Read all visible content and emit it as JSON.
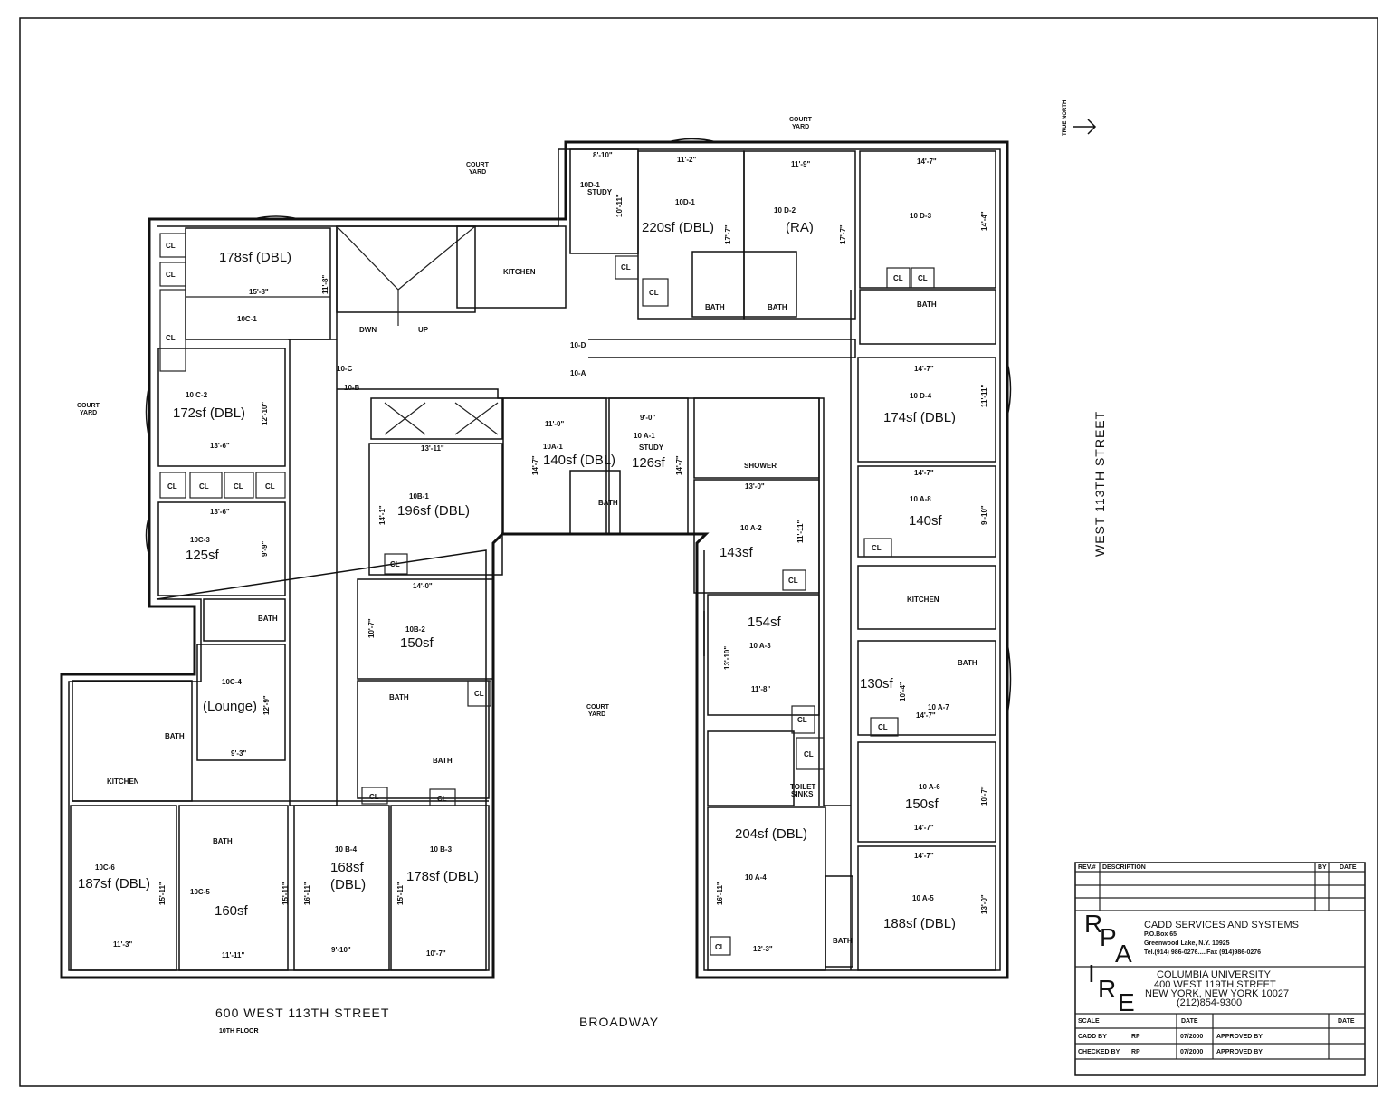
{
  "plan": {
    "street_bottom_left": "600 WEST 113TH STREET",
    "floor": "10TH FLOOR",
    "street_bottom": "BROADWAY",
    "street_right": "WEST 113TH STREET",
    "north_label": "TRUE NORTH",
    "court": "COURT",
    "yard": "YARD"
  },
  "rooms": {
    "c1": {
      "id": "10C-1",
      "area": "178sf (DBL)",
      "w": "15'-8\"",
      "h": "11'-8\""
    },
    "c2": {
      "id": "10 C-2",
      "area": "172sf (DBL)",
      "w": "13'-6\"",
      "h": "12'-10\""
    },
    "c3": {
      "id": "10C-3",
      "area": "125sf",
      "w": "13'-6\"",
      "h": "9'-9\""
    },
    "c4": {
      "id": "10C-4",
      "area": "(Lounge)",
      "w": "9'-3\"",
      "h": "12'-9\""
    },
    "c5": {
      "id": "10C-5",
      "area": "160sf",
      "w": "11'-11\"",
      "h": "15'-11\""
    },
    "c6": {
      "id": "10C-6",
      "area": "187sf (DBL)",
      "w": "11'-3\"",
      "h": "15'-11\""
    },
    "b1": {
      "id": "10B-1",
      "area": "196sf (DBL)",
      "w": "13'-11\"",
      "h": "14'-1\""
    },
    "b2": {
      "id": "10B-2",
      "area": "150sf",
      "w": "14'-0\"",
      "h": "10'-7\""
    },
    "b3": {
      "id": "10 B-3",
      "area": "178sf (DBL)",
      "w": "10'-7\"",
      "h": "15'-11\""
    },
    "b4": {
      "id": "10 B-4",
      "area": "168sf",
      "area2": "(DBL)",
      "w": "9'-10\"",
      "h": "16'-11\""
    },
    "d1s": {
      "id": "10D-1",
      "sub": "STUDY",
      "w": "8'-10\"",
      "h": "10'-11\""
    },
    "d1": {
      "id": "10D-1",
      "area": "220sf (DBL)",
      "w": "11'-2\"",
      "h": "17'-7\""
    },
    "d2": {
      "id": "10 D-2",
      "area": "(RA)",
      "w": "11'-9\"",
      "h": "17'-7\""
    },
    "d3": {
      "id": "10 D-3",
      "w": "14'-7\"",
      "h": "14'-4\""
    },
    "d4": {
      "id": "10 D-4",
      "area": "174sf (DBL)",
      "w": "14'-7\"",
      "h": "11'-11\""
    },
    "a1": {
      "id": "10A-1",
      "area": "140sf (DBL)",
      "w": "11'-0\"",
      "h": "14'-7\""
    },
    "a1s": {
      "id": "10 A-1",
      "sub": "STUDY",
      "area": "126sf",
      "w": "9'-0\"",
      "h": "14'-7\""
    },
    "a2": {
      "id": "10 A-2",
      "area": "143sf",
      "w": "13'-0\"",
      "h": "11'-11\""
    },
    "a3": {
      "id": "10 A-3",
      "area": "154sf",
      "w": "11'-8\"",
      "h": "13'-10\""
    },
    "a4": {
      "id": "10 A-4",
      "area": "204sf (DBL)",
      "w": "12'-3\"",
      "h": "16'-11\""
    },
    "a5": {
      "id": "10 A-5",
      "area": "188sf (DBL)",
      "w": "14'-7\"",
      "h": "13'-0\""
    },
    "a6": {
      "id": "10 A-6",
      "area": "150sf",
      "w": "14'-7\"",
      "h": "10'-7\""
    },
    "a7": {
      "id": "10 A-7",
      "area": "130sf",
      "w": "14'-7\"",
      "h": "10'-4\""
    },
    "a8": {
      "id": "10 A-8",
      "area": "140sf",
      "w": "14'-7\"",
      "h": "9'-10\""
    }
  },
  "misc": {
    "cl": "CL",
    "bath": "BATH",
    "kitchen": "KITCHEN",
    "shower": "SHOWER",
    "toilet": "TOILET",
    "sinks": "SINKS",
    "dwn": "DWN",
    "up": "UP",
    "door_10c": "10-C",
    "door_10b": "10-B",
    "door_10d": "10-D",
    "door_10a": "10-A"
  },
  "title_block": {
    "rev": "REV.#",
    "description": "DESCRIPTION",
    "by": "BY",
    "date": "DATE",
    "logo_letters": [
      "R",
      "P",
      "A",
      "I",
      "R",
      "E"
    ],
    "company": "CADD SERVICES AND SYSTEMS",
    "po": "P.O.Box 65",
    "city": "Greenwood Lake, N.Y. 10925",
    "tel": "Tel.(914) 986-0276.....Fax (914)986-0276",
    "client": "COLUMBIA UNIVERSITY",
    "client_addr": "400 WEST 119TH STREET",
    "client_city": "NEW YORK, NEW YORK 10027",
    "client_tel": "(212)854-9300",
    "scale": "SCALE",
    "date_label": "DATE",
    "date2": "DATE",
    "cadd_by": "CADD BY",
    "cadd_init": "RP",
    "cadd_date": "07/2000",
    "approved1": "APPROVED BY",
    "checked_by": "CHECKED BY",
    "checked_init": "RP",
    "checked_date": "07/2000",
    "approved2": "APPROVED BY"
  }
}
